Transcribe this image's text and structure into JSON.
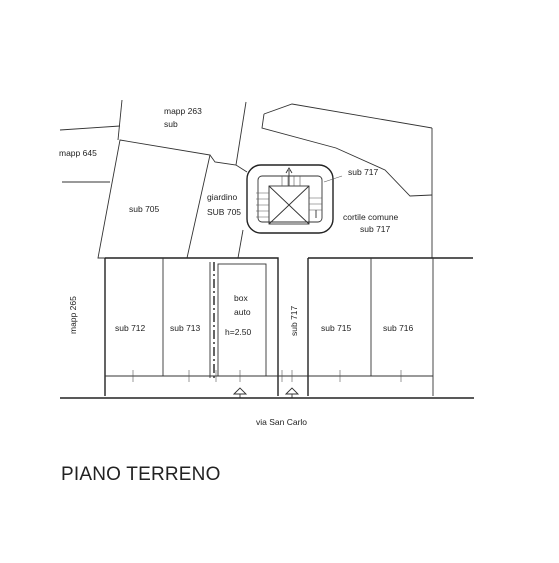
{
  "labels": {
    "mapp_263": "mapp 263",
    "sub_top": "sub",
    "mapp_645": "mapp 645",
    "sub_705": "sub 705",
    "giardino": "giardino",
    "giardino_sub": "SUB 705",
    "sub_717_stair": "sub 717",
    "cortile": "cortile comune",
    "cortile_sub": "sub 717",
    "mapp_265": "mapp 265",
    "sub_712": "sub 712",
    "sub_713": "sub 713",
    "box": "box",
    "auto": "auto",
    "height": "h=2.50",
    "sub_717_vertical": "sub 717",
    "sub_715": "sub 715",
    "sub_716": "sub 716",
    "street": "via San Carlo"
  },
  "title": "PIANO TERRENO",
  "colors": {
    "line": "#333333",
    "text": "#222222",
    "background": "#ffffff"
  }
}
